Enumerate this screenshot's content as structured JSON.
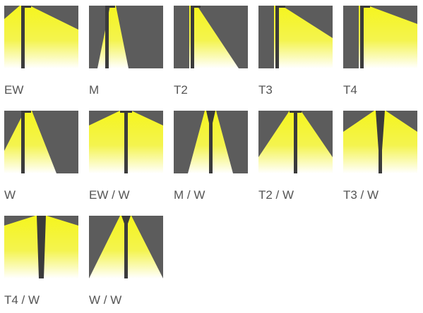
{
  "colors": {
    "background": "#5c5c5c",
    "light": "#f5f51e",
    "fade": "#ffffff",
    "pole": "#3b3b3b",
    "label": "#555555"
  },
  "items": [
    {
      "label": "EW"
    },
    {
      "label": "M"
    },
    {
      "label": "T2"
    },
    {
      "label": "T3"
    },
    {
      "label": "T4"
    },
    {
      "label": "W"
    },
    {
      "label": "EW / W"
    },
    {
      "label": "M / W"
    },
    {
      "label": "T2 / W"
    },
    {
      "label": "T3 / W"
    },
    {
      "label": "T4 / W"
    },
    {
      "label": "W / W"
    }
  ]
}
